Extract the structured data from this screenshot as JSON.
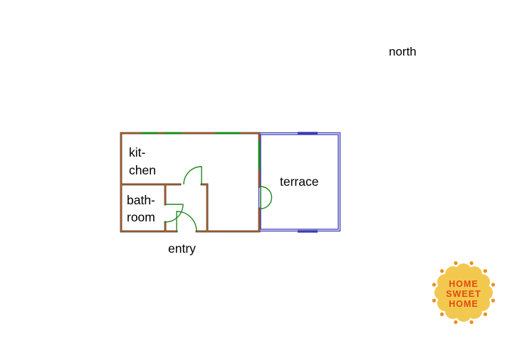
{
  "compass": {
    "north_label": "north"
  },
  "floorplan": {
    "rooms": {
      "kitchen": {
        "line1": "kit-",
        "line2": "chen"
      },
      "bathroom": {
        "line1": "bath-",
        "line2": "room"
      },
      "terrace": {
        "label": "terrace"
      },
      "entry": {
        "label": "entry"
      }
    },
    "colors": {
      "wall": "#5a2a1e",
      "wall_inner": "#c8833c",
      "door": "#1e8a1e",
      "window": "#1e8a1e",
      "terrace": "#3c3cb4",
      "text": "#000000"
    }
  },
  "logo": {
    "name": "home-sweet-home-sun-logo",
    "line1": "HOME",
    "line2": "SWEET",
    "line3": "HOME",
    "colors": {
      "petal": "#f3c84e",
      "dot": "#ee8f1c",
      "text": "#e04b0e"
    }
  }
}
